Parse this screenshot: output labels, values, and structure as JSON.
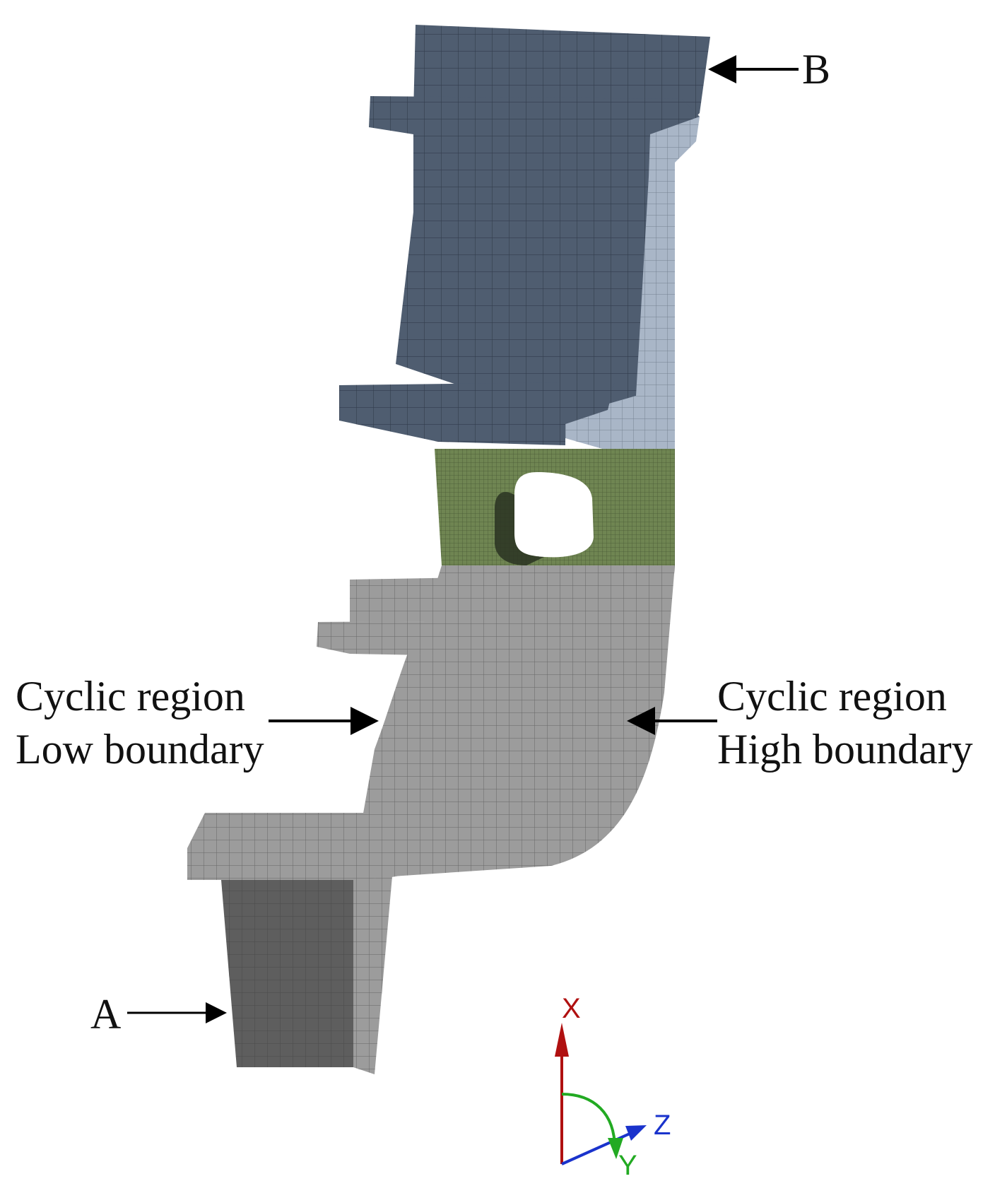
{
  "labels": {
    "b": "B",
    "a": "A",
    "low_line1": "Cyclic region",
    "low_line2": "Low boundary",
    "high_line1": "Cyclic region",
    "high_line2": "High boundary"
  },
  "triad": {
    "x": "X",
    "y": "Y",
    "z": "Z"
  },
  "colors": {
    "upper_region": "#4f5d70",
    "upper_side": "#a9b6c7",
    "interface": "#6f8552",
    "lower_region": "#9c9c9c",
    "lower_dark": "#5e5e5e",
    "x_axis": "#b01010",
    "y_axis": "#22aa22",
    "z_axis": "#1a33cc"
  }
}
